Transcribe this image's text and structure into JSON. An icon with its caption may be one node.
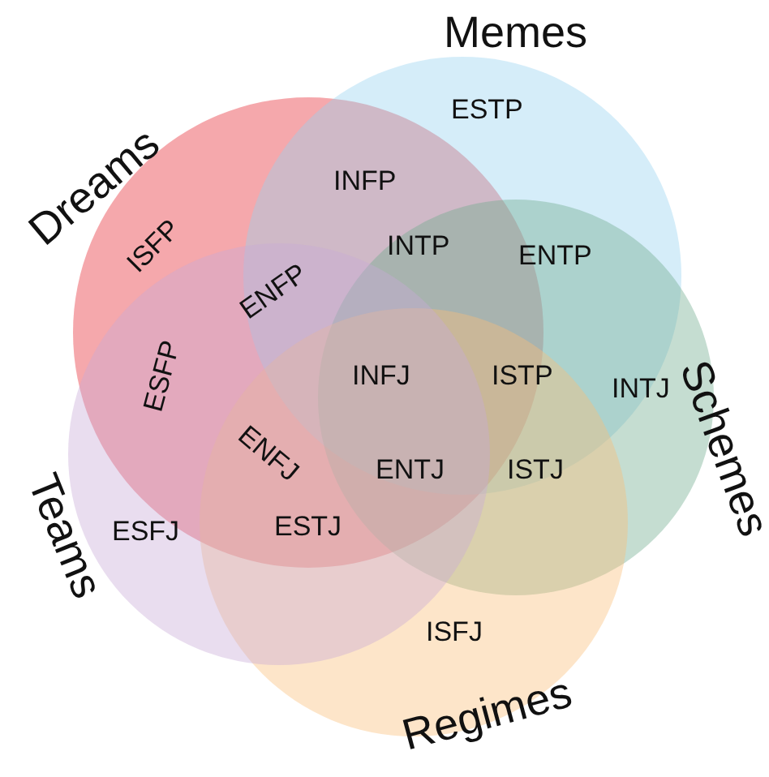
{
  "diagram": {
    "nodes": [
      {
        "text": [
          "Dreams"
        ]
      },
      {
        "text": [
          "Memes"
        ]
      },
      {
        "text": [
          "Schemes"
        ]
      },
      {
        "text": [
          "Regimes"
        ]
      },
      {
        "text": [
          "Teams"
        ]
      }
    ],
    "labels": [
      "ESTP",
      "ISFP",
      "INFP",
      "INTP",
      "ENTP",
      "ENFP",
      "ESFP",
      "INFJ",
      "ISTP",
      "INTJ",
      "ENFJ",
      "ENTJ",
      "ISTJ",
      "ESFJ",
      "ESTJ",
      "ISFJ"
    ]
  }
}
